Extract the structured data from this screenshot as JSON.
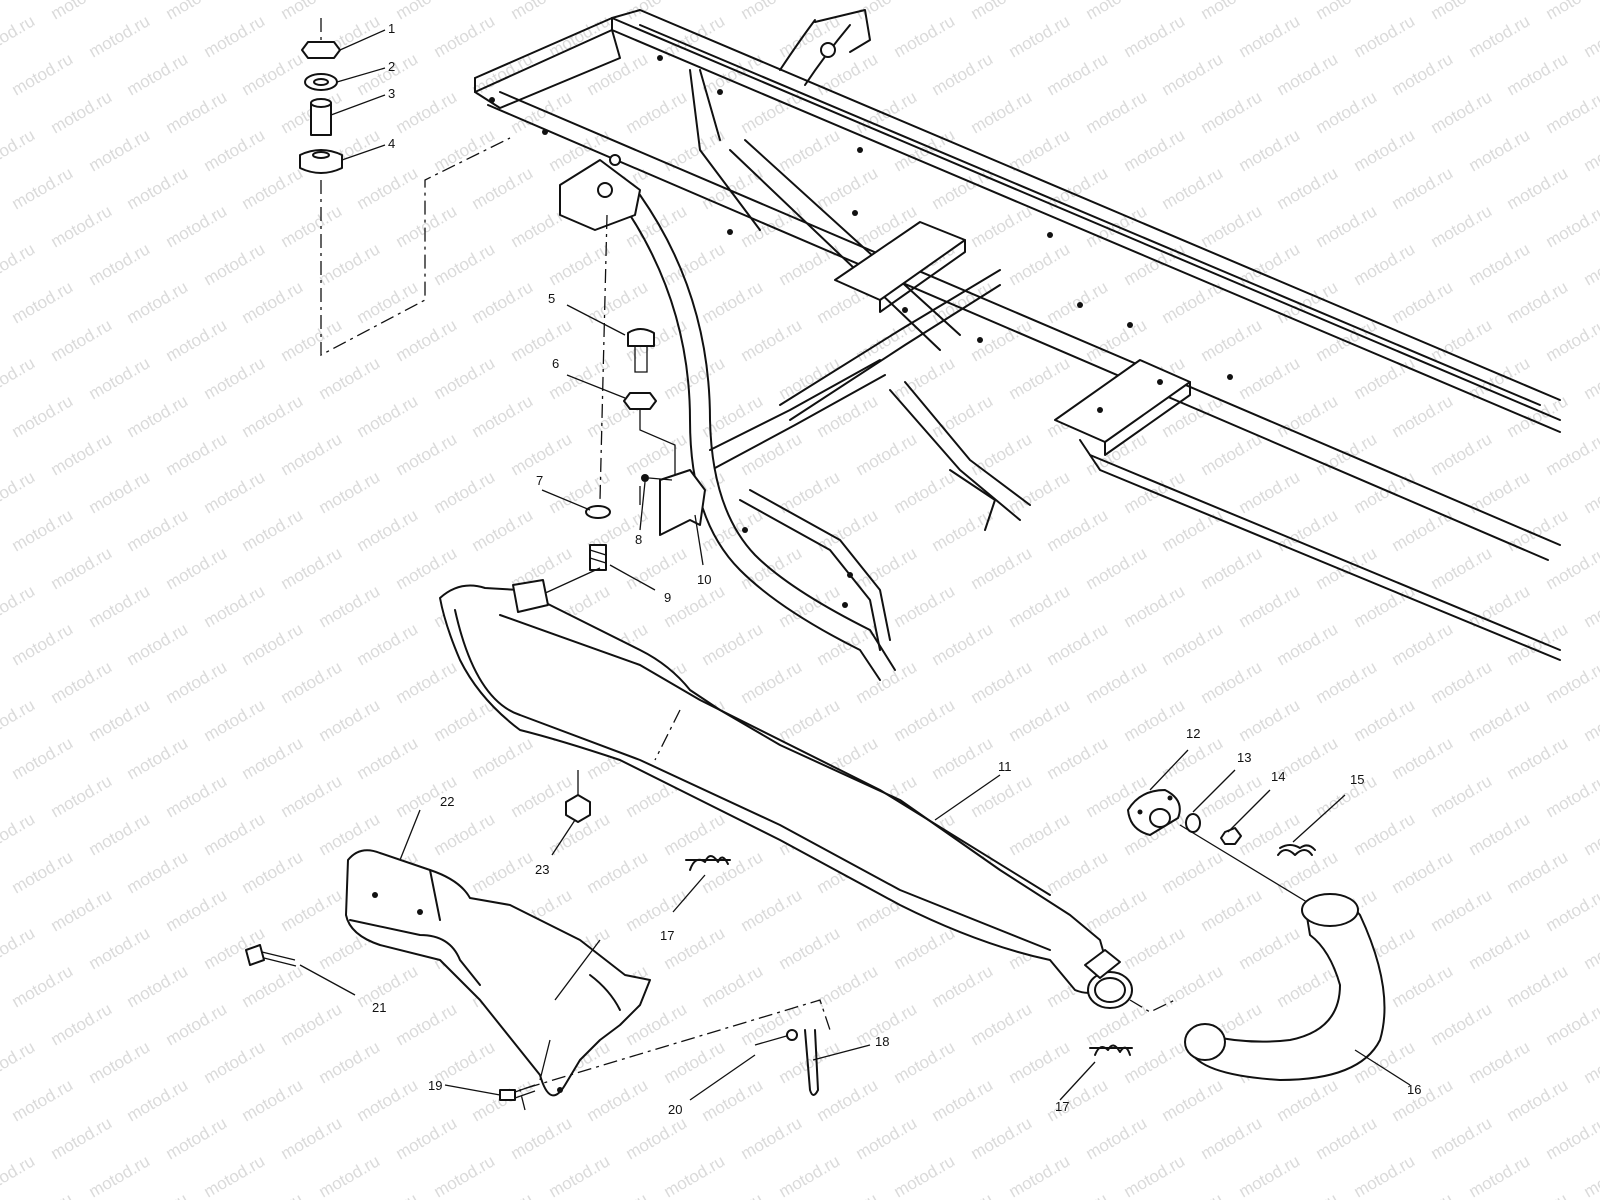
{
  "watermark": "motod.ru",
  "callouts": [
    "1",
    "2",
    "3",
    "4",
    "5",
    "6",
    "7",
    "8",
    "9",
    "10",
    "11",
    "12",
    "13",
    "14",
    "15",
    "16",
    "17",
    "17",
    "18",
    "19",
    "20",
    "21",
    "22",
    "23"
  ]
}
